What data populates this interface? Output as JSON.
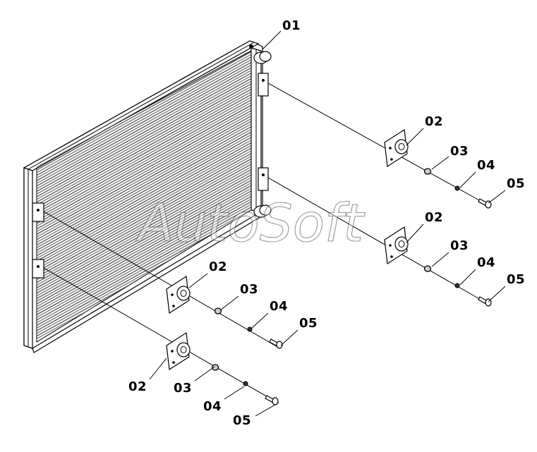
{
  "watermark": "AutoSoft",
  "callouts": {
    "c01": "01",
    "g1": {
      "p02": "02",
      "p03": "03",
      "p04": "04",
      "p05": "05"
    },
    "g2": {
      "p02": "02",
      "p03": "03",
      "p04": "04",
      "p05": "05"
    },
    "g3": {
      "p02": "02",
      "p03": "03",
      "p04": "04",
      "p05": "05"
    },
    "g4": {
      "p02": "02",
      "p03": "03",
      "p04": "04",
      "p05": "05"
    }
  }
}
